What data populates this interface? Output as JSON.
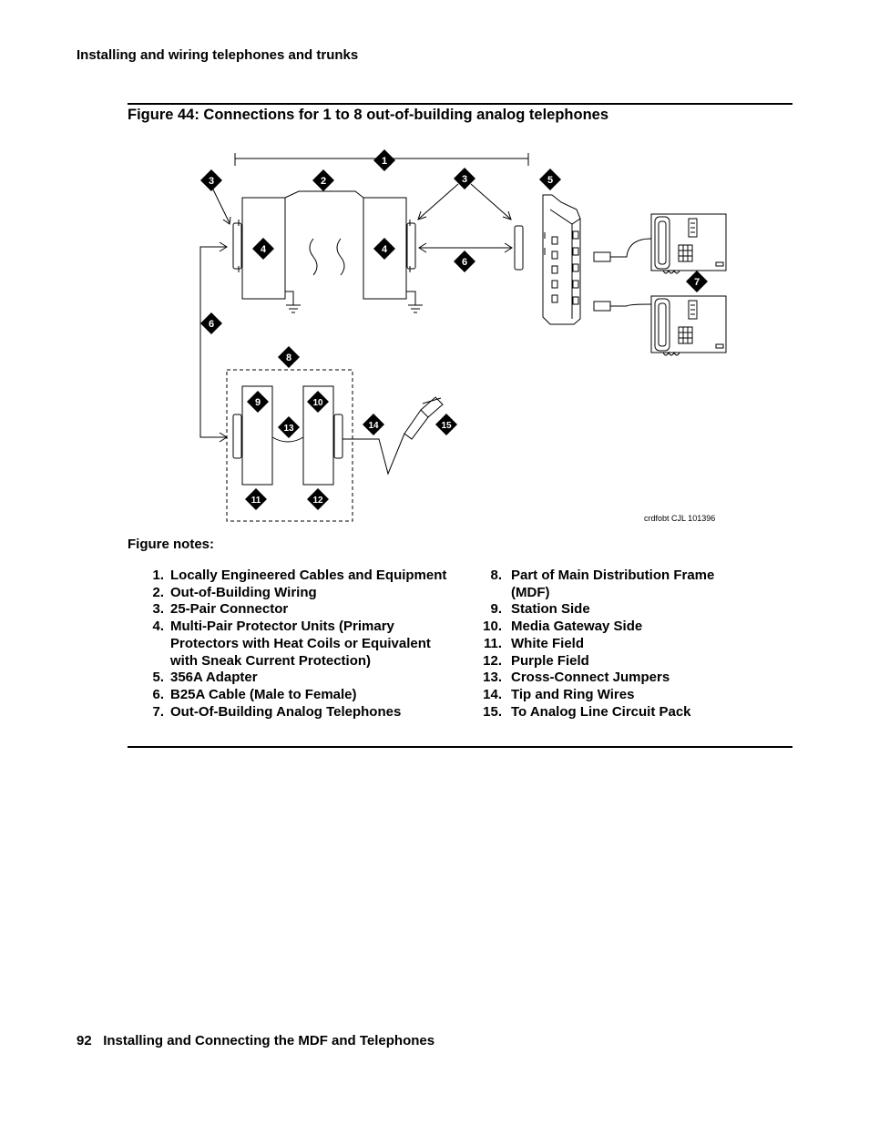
{
  "header": {
    "running_title": "Installing and wiring telephones and trunks"
  },
  "figure": {
    "title": "Figure 44: Connections for 1 to 8 out-of-building analog telephones",
    "callouts": [
      "1",
      "2",
      "3",
      "3",
      "4",
      "4",
      "5",
      "6",
      "6",
      "7",
      "8",
      "9",
      "10",
      "11",
      "12",
      "13",
      "14",
      "15"
    ],
    "credit": "crdfobt CJL 101396"
  },
  "notes": {
    "label": "Figure notes:",
    "left": [
      {
        "num": "1.",
        "text": "Locally Engineered Cables and Equipment"
      },
      {
        "num": "2.",
        "text": "Out-of-Building Wiring"
      },
      {
        "num": "3.",
        "text": "25-Pair Connector"
      },
      {
        "num": "4.",
        "text": "Multi-Pair Protector Units (Primary Protectors with Heat Coils or Equivalent with Sneak Current Protection)"
      },
      {
        "num": "5.",
        "text": "356A Adapter"
      },
      {
        "num": "6.",
        "text": "B25A Cable (Male to Female)"
      },
      {
        "num": "7.",
        "text": "Out-Of-Building Analog Telephones"
      }
    ],
    "right": [
      {
        "num": "8.",
        "text": "Part of Main Distribution Frame (MDF)"
      },
      {
        "num": "9.",
        "text": "Station Side"
      },
      {
        "num": "10.",
        "text": "Media Gateway Side"
      },
      {
        "num": "11.",
        "text": "White Field"
      },
      {
        "num": "12.",
        "text": "Purple Field"
      },
      {
        "num": "13.",
        "text": "Cross-Connect Jumpers"
      },
      {
        "num": "14.",
        "text": "Tip and Ring Wires"
      },
      {
        "num": "15.",
        "text": "To Analog Line Circuit Pack"
      }
    ]
  },
  "footer": {
    "page_number": "92",
    "chapter_title": "Installing and Connecting the MDF and Telephones"
  }
}
